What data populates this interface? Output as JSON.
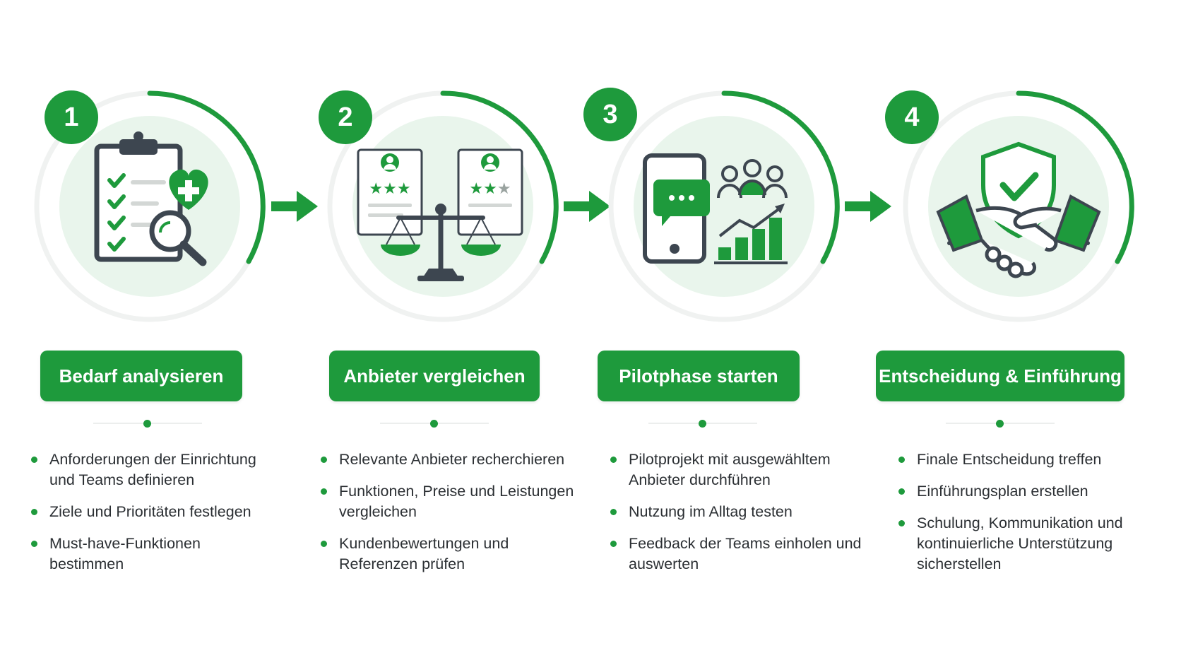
{
  "steps": [
    {
      "number": "1",
      "title": "Bedarf analysieren",
      "icon": "clipboard-checklist-heart-magnifier-icon",
      "bullets": [
        "Anforderungen der Einrichtung und Teams definieren",
        "Ziele und Prioritäten festlegen",
        "Must-have-Funktionen bestimmen"
      ]
    },
    {
      "number": "2",
      "title": "Anbieter vergleichen",
      "icon": "profile-cards-scale-icon",
      "bullets": [
        "Relevante Anbieter recherchieren",
        "Funktionen, Preise und Leistungen vergleichen",
        "Kundenbewertungen und Referenzen prüfen"
      ]
    },
    {
      "number": "3",
      "title": "Pilotphase starten",
      "icon": "phone-chat-team-growth-chart-icon",
      "bullets": [
        "Pilotprojekt mit ausgewähltem Anbieter durchführen",
        "Nutzung im Alltag testen",
        "Feedback der Teams einholen und auswerten"
      ]
    },
    {
      "number": "4",
      "title": "Entscheidung & Einführung",
      "icon": "shield-check-handshake-icon",
      "bullets": [
        "Finale Entscheidung treffen",
        "Einführungsplan erstellen",
        "Schulung, Kommunikation und kontinuierliche Unterstützung sicherstellen"
      ]
    }
  ],
  "colors": {
    "accent": "#1e9a3c",
    "accent_light": "#e9f5ec",
    "icon_dark": "#3d4650",
    "text": "#2b2f33"
  }
}
